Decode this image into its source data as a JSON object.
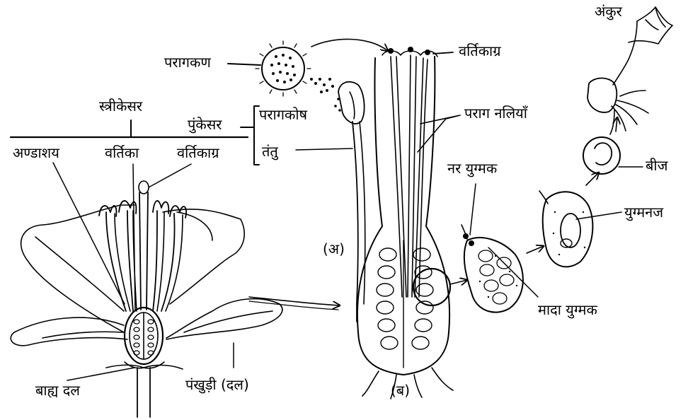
{
  "labels": {
    "paragkan": "परागकण",
    "strikesar": "स्त्रीकेसर",
    "pumkesar": "पुंकेसर",
    "paragkosh": "परागकोष",
    "tantu": "तंतु",
    "andashay": "अण्डाशय",
    "vartika": "वर्तिका",
    "vartikagra_left": "वर्तिकाग्र",
    "vartikagra_top": "वर्तिकाग्र",
    "parag_naliyan": "पराग नलियाँ",
    "nar_yugmak": "नर युग्मक",
    "a": "(अ)",
    "b": "(ब)",
    "mada_yugmak": "मादा युग्मक",
    "ankur": "अंकुर",
    "beej": "बीज",
    "yugmanaj": "युग्मनज",
    "bahya_dal": "बाह्य दल",
    "pankhudi": "पंखुड़ी (दल)"
  },
  "colors": {
    "ink": "#000000",
    "paper": "#ffffff"
  }
}
